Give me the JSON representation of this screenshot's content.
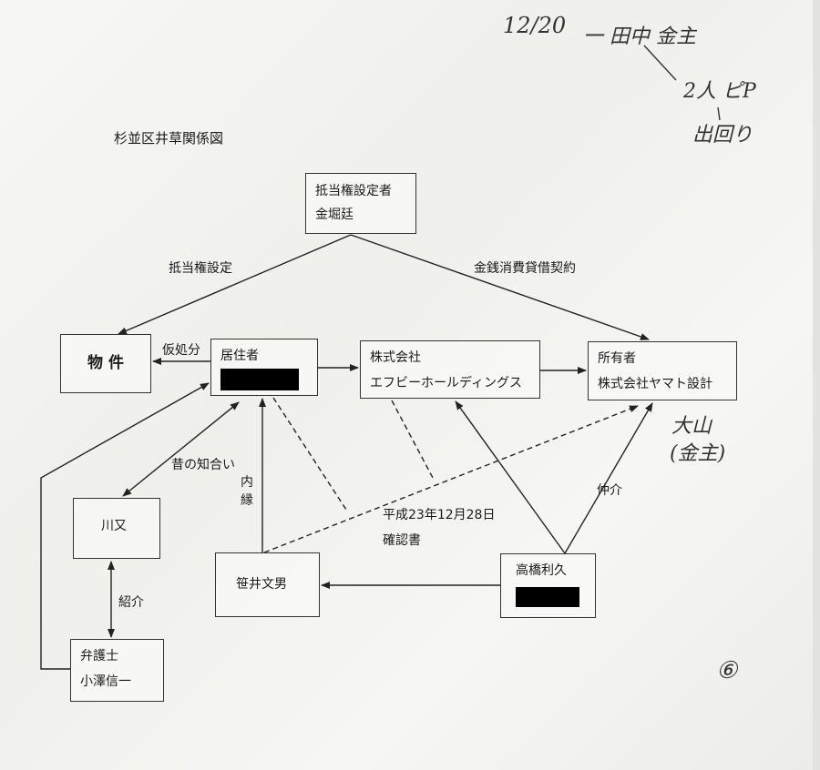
{
  "title": "杉並区井草関係図",
  "nodes": {
    "mortgagee": {
      "line1": "抵当権設定者",
      "line2": "金堀廷"
    },
    "property": {
      "label": "物 件"
    },
    "resident": {
      "label": "居住者"
    },
    "fb_holdings": {
      "line1": "株式会社",
      "line2": "エフビーホールディングス"
    },
    "owner": {
      "line1": "所有者",
      "line2": "株式会社ヤマト設計"
    },
    "kawamata": {
      "label": "川又"
    },
    "sasai": {
      "label": "笹井文男"
    },
    "takahashi": {
      "label": "高橋利久"
    },
    "lawyer": {
      "line1": "弁護士",
      "line2": "小澤信一"
    }
  },
  "edges": {
    "mortgage": "抵当権設定",
    "loan": "金銭消費貸借契約",
    "provisional": "仮処分",
    "acquaintance": "昔の知合い",
    "common_law": "内縁",
    "introduction": "紹介",
    "brokerage": "仲介",
    "confirmation_date": "平成23年12月28日",
    "confirmation_doc": "確認書"
  },
  "handwritten": {
    "date": "12/20",
    "note1": "一 田中 金主",
    "note2": "2人 ピP",
    "note3": "出回り",
    "owner_note1": "大山",
    "owner_note2": "(金主)",
    "page_number": "⑥"
  }
}
